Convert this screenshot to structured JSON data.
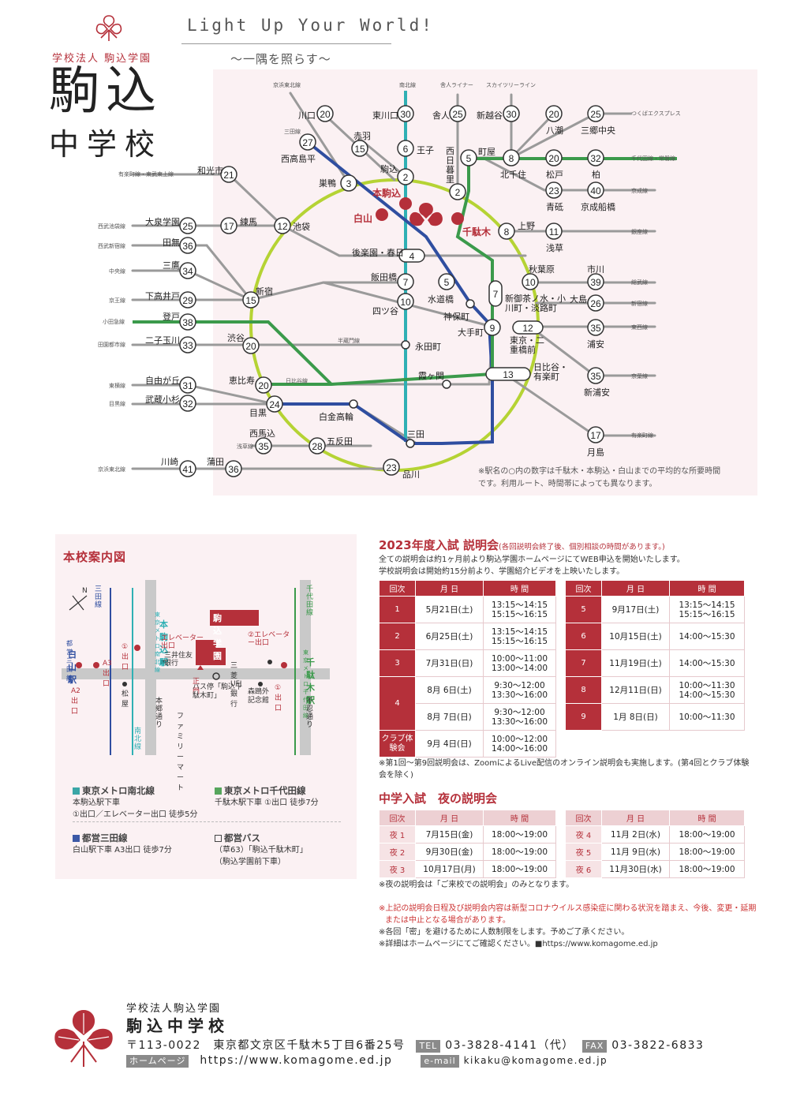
{
  "header": {
    "corp_name": "学校法人 駒込学園",
    "school_title": "駒込",
    "school_sub": "中学校",
    "tagline": "Light Up Your World!",
    "subtagline": "〜一隅を照らす〜"
  },
  "map": {
    "line_labels": {
      "keihin": "京浜東北線",
      "nanboku": "南北線",
      "toneri": "舎人ライナー",
      "skytree": "スカイツリーライン",
      "tsukuba": "つくばエクスプレス",
      "mita": "三田線",
      "yurakucho_tobu": "有楽町線・東武東上線",
      "chiyoda_joban": "千代田線・常磐線",
      "keisei": "京成線",
      "seibu_ike": "西武池袋線",
      "seibu_shinjuku": "西武新宿線",
      "ginza": "銀座線",
      "chuo": "中央線",
      "sobu": "総武線",
      "keio": "京王線",
      "shinjuku_line": "新宿線",
      "odakyu": "小田急線",
      "tozai": "東西線",
      "hanzomon": "半蔵門線",
      "denentoshi": "田園都市線",
      "hibiya": "日比谷線",
      "keiyo": "京葉線",
      "toyoko": "東横線",
      "meguro": "目黒線",
      "yurakucho": "有楽町線",
      "asakusa": "浅草線",
      "keihin2": "京浜東北線"
    },
    "stations": {
      "kawaguchi": "川口",
      "higashikawaguchi": "東川口",
      "toneri": "舎人",
      "shinkoshigaya": "新越谷",
      "yashio": "八潮",
      "misatochuo": "三郷中央",
      "akabane": "赤羽",
      "nishitakashimadaira": "西高島平",
      "oji": "王子",
      "wakoshi": "和光市",
      "komagome": "駒込",
      "sugamo": "巣鴨",
      "honkomagome": "本駒込",
      "nishinippori": "西日暮里",
      "machiya": "町屋",
      "kitasenju": "北千住",
      "matsudo": "松戸",
      "kashiwa": "柏",
      "aoto": "青砥",
      "keiseifunabashi": "京成船橋",
      "hakusan": "白山",
      "sendagi": "千駄木",
      "ueno": "上野",
      "asakusa": "浅草",
      "oizumigakuen": "大泉学園",
      "nerima": "練馬",
      "ikebukuro": "池袋",
      "tanashi": "田無",
      "korakuen": "後楽園・春日",
      "mitaka": "三鷹",
      "iidabashi": "飯田橋",
      "akihabara": "秋葉原",
      "ichikawa": "市川",
      "shinjuku": "新宿",
      "suidobashi": "水道橋",
      "ochanomizu": "新御茶ノ水・小川町・淡路町",
      "oshima": "大島",
      "shimotakaido": "下高井戸",
      "yotsuya": "四ツ谷",
      "jimbocho": "神保町",
      "noborito": "登戸",
      "otemachi": "大手町",
      "urayasu": "浦安",
      "futakotamagawa": "二子玉川",
      "shibuya": "渋谷",
      "nagatacho": "永田町",
      "tokyo": "東京・二重橋前",
      "jiyugaoka": "自由が丘",
      "ebisu": "恵比寿",
      "kasumigaseki": "霞ヶ関",
      "hibiya": "日比谷・有楽町",
      "shinurayasu": "新浦安",
      "musashikosugi": "武蔵小杉",
      "meguro": "目黒",
      "shirokanetakanawa": "白金高輪",
      "nishimagome": "西馬込",
      "gotanda": "五反田",
      "mita": "三田",
      "shinkiba": "月島",
      "kawasaki": "川崎",
      "kamata": "蒲田",
      "shinagawa": "品川"
    },
    "note": "※駅名の○内の数字は千駄木・本駒込・白山までの平均的な所要時間です。利用ルート、時間帯によっても異なります。"
  },
  "access": {
    "title": "本校案内図",
    "labels": {
      "mita_line": "三田線",
      "nanboku_line": "南北線",
      "chiyoda_line": "千代田線",
      "hakusan_station_sub": "都営三田線",
      "hakusan_station": "白山駅",
      "honkomagome_sub": "東京メトロ南北線",
      "honkomagome": "本駒込駅",
      "sendagi_sub": "東京メトロ千代田線",
      "sendagi": "千駄木駅",
      "school": "駒込学園",
      "exit1": "①出口",
      "exit_a3": "A3出口",
      "exit_a2": "A2出口",
      "elevator_exit": "エレベーター出口",
      "elevator_exit2": "②エレベーター出口",
      "mitsui": "三井住友銀行",
      "ufj": "三菱UFJ銀行",
      "main_gate": "正門",
      "bus_stop": "バス停「駒込千駄木町」",
      "matsuya": "松屋",
      "ogai": "森鴎外記念館",
      "familymart": "ファミリーマート",
      "hongo_st": "本郷通り",
      "shinobazu_st": "不忍通り",
      "exit1b": "①出口"
    },
    "routes": [
      {
        "title": "東京メトロ南北線",
        "line1": "本駒込駅下車",
        "line2": "①出口／エレベーター出口 徒歩5分",
        "color": "#3aa6a6"
      },
      {
        "title": "東京メトロ千代田線",
        "line1": "千駄木駅下車 ①出口 徒歩7分",
        "line2": "",
        "color": "#56a55c"
      },
      {
        "title": "都営三田線",
        "line1": "白山駅下車 A3出口 徒歩7分",
        "line2": "",
        "color": "#3c59a6"
      },
      {
        "title": "都営バス",
        "line1": "（草63）「駒込千駄木町」",
        "line2": "（駒込学園前下車）",
        "color": "#ffffff"
      }
    ]
  },
  "events": {
    "title": "2023年度入試 説明会",
    "title_note": "(各回説明会終了後、個別相談の時間があります。)",
    "intro1": "全ての説明会は約1ヶ月前より駒込学園ホームページにてWEB申込を開始いたします。",
    "intro2": "学校説明会は開始約15分前より、学園紹介ビデオを上映いたします。",
    "headers": [
      "回次",
      "月 日",
      "時 間"
    ],
    "left": [
      {
        "no": "1",
        "date": "5月21日(土)",
        "time": [
          "13:15〜14:15",
          "15:15〜16:15"
        ]
      },
      {
        "no": "2",
        "date": "6月25日(土)",
        "time": [
          "13:15〜14:15",
          "15:15〜16:15"
        ]
      },
      {
        "no": "3",
        "date": "7月31日(日)",
        "time": [
          "10:00〜11:00",
          "13:00〜14:00"
        ]
      },
      {
        "no": "4",
        "date": "8月 6日(土)",
        "time": [
          "9:30〜12:00",
          "13:30〜16:00"
        ]
      },
      {
        "no": "",
        "date": "8月 7日(日)",
        "time": [
          "9:30〜12:00",
          "13:30〜16:00"
        ]
      },
      {
        "no": "クラブ体験会",
        "date": "9月 4日(日)",
        "time": [
          "10:00〜12:00",
          "14:00〜16:00"
        ]
      }
    ],
    "right": [
      {
        "no": "5",
        "date": "9月17日(土)",
        "time": [
          "13:15〜14:15",
          "15:15〜16:15"
        ]
      },
      {
        "no": "6",
        "date": "10月15日(土)",
        "time": [
          "14:00〜15:30",
          ""
        ]
      },
      {
        "no": "7",
        "date": "11月19日(土)",
        "time": [
          "14:00〜15:30",
          ""
        ]
      },
      {
        "no": "8",
        "date": "12月11日(日)",
        "time": [
          "10:00〜11:30",
          "14:00〜15:30"
        ]
      },
      {
        "no": "9",
        "date": "1月 8日(日)",
        "time": [
          "10:00〜11:30",
          ""
        ]
      }
    ],
    "note": "※第1回〜第9回説明会は、ZoomによるLive配信のオンライン説明会も実施します。(第4回とクラブ体験会を除く)"
  },
  "night": {
    "title": "中学入試　夜の説明会",
    "left": [
      {
        "no": "夜 1",
        "date": "7月15日(金)",
        "time": "18:00〜19:00"
      },
      {
        "no": "夜 2",
        "date": "9月30日(金)",
        "time": "18:00〜19:00"
      },
      {
        "no": "夜 3",
        "date": "10月17日(月)",
        "time": "18:00〜19:00"
      }
    ],
    "right": [
      {
        "no": "夜 4",
        "date": "11月 2日(水)",
        "time": "18:00〜19:00"
      },
      {
        "no": "夜 5",
        "date": "11月 9日(水)",
        "time": "18:00〜19:00"
      },
      {
        "no": "夜 6",
        "date": "11月30日(水)",
        "time": "18:00〜19:00"
      }
    ],
    "note": "※夜の説明会は「ご来校での説明会」のみとなります。",
    "caution1": "※上記の説明会日程及び説明会内容は新型コロナウイルス感染症に関わる状況を踏まえ、今後、変更・延期",
    "caution2": "または中止となる場合があります。",
    "caution3": "※各回「密」を避けるために人数制限をします。予めご了承ください。",
    "caution4": "※詳細はホームページにてご確認ください。■https://www.komagome.ed.jp"
  },
  "footer": {
    "corp": "学校法人駒込学園",
    "name": "駒込中学校",
    "address": "〒113-0022　東京都文京区千駄木5丁目6番25号",
    "tel_label": "TEL",
    "tel": "03-3828-4141（代）",
    "fax_label": "FAX",
    "fax": "03-3822-6833",
    "web_label": "ホームページ",
    "web": "https://www.komagome.ed.jp",
    "mail_label": "e-mail",
    "mail": "kikaku@komagome.ed.jp"
  },
  "colors": {
    "brand": "#b5303a",
    "yamanote": "#b5d334",
    "nanboku": "#2fb0b4",
    "mita": "#2f4ea0",
    "chiyoda": "#3b9a4b"
  }
}
